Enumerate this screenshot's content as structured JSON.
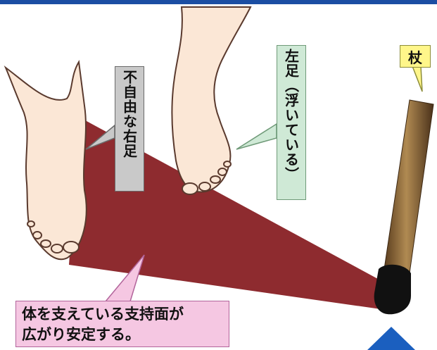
{
  "labels": {
    "right_foot": "不自由な右足",
    "left_foot": "左足（浮いている）",
    "cane": "杖",
    "support_line1": "体を支えている支持面が",
    "support_line2": "広がり安定する。"
  },
  "colors": {
    "top_bar": "#1b4ea3",
    "support_area": "#8e2b2f",
    "skin": "#fbe7d6",
    "skin_outline": "#5a3a2e",
    "cane_wood": "#8a6a3a",
    "cane_tip": "#111111",
    "right_label_bg": "#c9c9c9",
    "left_label_bg": "#cfe9d6",
    "cane_label_bg": "#fff68a",
    "support_label_bg": "#f5c7e2",
    "arrow": "#1b5fbf"
  },
  "icons": {
    "arrow": "up-arrow-icon"
  }
}
